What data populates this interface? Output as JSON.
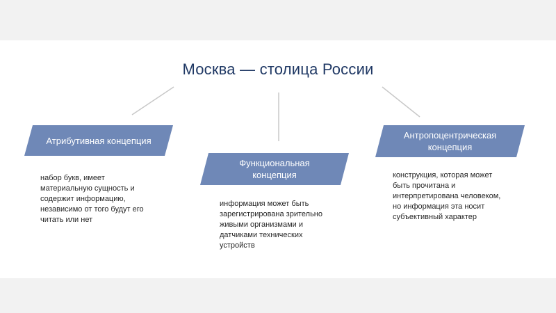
{
  "title": "Москва — столица России",
  "concepts": [
    {
      "label": "Атрибутивная концепция",
      "description": "набор букв, имеет\nматериальную сущность и\nсодержит информацию,\nнезависимо от того будут его\nчитать или нет"
    },
    {
      "label": "Функциональная\nконцепция",
      "description": "информация может быть\nзарегистрирована зрительно\nживыми организмами и\nдатчиками технических\nустройств"
    },
    {
      "label": "Антропоцентрическая\nконцепция",
      "description": "конструкция, которая может\nбыть прочитана и\nинтерпретирована человеком,\nно информация эта носит\nсубъективный характер"
    }
  ],
  "colors": {
    "title": "#1f3864",
    "box": "#6f88b7",
    "connector": "#c8c8c8"
  }
}
